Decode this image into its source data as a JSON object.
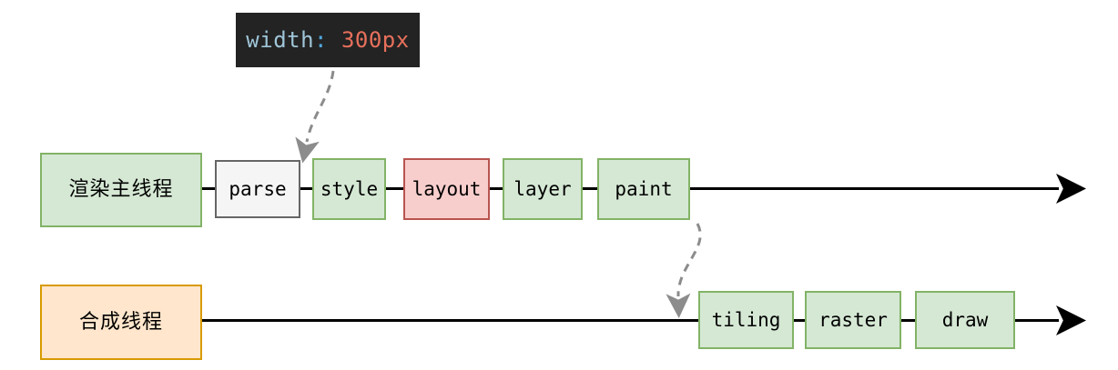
{
  "diagram": {
    "title": "browser rendering pipeline timeline",
    "background": "#ffffff"
  },
  "tooltip": {
    "name": "css-declaration-tooltip",
    "property": "width",
    "separator": ": ",
    "value": "300px",
    "full_text": "width: 300px",
    "background_color": "#232323",
    "property_color": "#9fc5d8",
    "colon_color": "#4fa8e0",
    "value_color": "#e8705c"
  },
  "lanes": [
    {
      "id": "main-thread",
      "label": "渲染主线程",
      "fill": "#d5e8d4",
      "stroke": "#82b366",
      "steps": [
        {
          "id": "parse",
          "label": "parse",
          "fill": "#f5f5f5",
          "stroke": "#666666"
        },
        {
          "id": "style",
          "label": "style",
          "fill": "#d5e8d4",
          "stroke": "#82b366"
        },
        {
          "id": "layout",
          "label": "layout",
          "fill": "#f8cecc",
          "stroke": "#b85450"
        },
        {
          "id": "layer",
          "label": "layer",
          "fill": "#d5e8d4",
          "stroke": "#82b366"
        },
        {
          "id": "paint",
          "label": "paint",
          "fill": "#d5e8d4",
          "stroke": "#82b366"
        }
      ]
    },
    {
      "id": "compositor-thread",
      "label": "合成线程",
      "fill": "#ffe6cc",
      "stroke": "#d79b00",
      "steps": [
        {
          "id": "tiling",
          "label": "tiling",
          "fill": "#d5e8d4",
          "stroke": "#82b366"
        },
        {
          "id": "raster",
          "label": "raster",
          "fill": "#d5e8d4",
          "stroke": "#82b366"
        },
        {
          "id": "draw",
          "label": "draw",
          "fill": "#d5e8d4",
          "stroke": "#82b366"
        }
      ]
    }
  ],
  "connections": [
    {
      "id": "tooltip-to-style",
      "from": "css-declaration-tooltip",
      "to": "style",
      "style": "dashed-curved-arrow",
      "color": "#888888"
    },
    {
      "id": "paint-to-tiling",
      "from": "paint",
      "to": "tiling",
      "style": "dashed-curved-arrow",
      "color": "#888888"
    }
  ],
  "timelines": [
    {
      "id": "main-thread-timeline",
      "color": "#000000",
      "arrow": "right"
    },
    {
      "id": "compositor-thread-timeline",
      "color": "#000000",
      "arrow": "right"
    }
  ]
}
